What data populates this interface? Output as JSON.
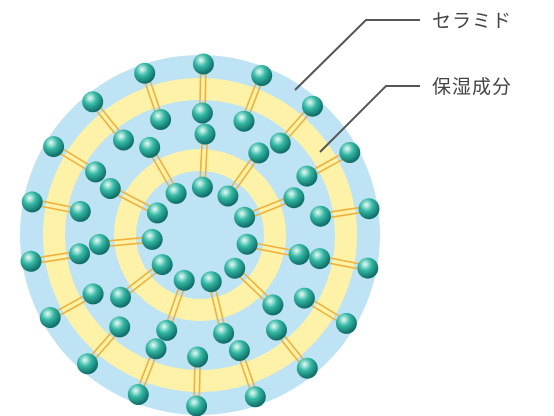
{
  "labels": {
    "ceramide": "セラミド",
    "moisturizing": "保湿成分"
  },
  "colors": {
    "background": "#ffffff",
    "water": "#bde3f5",
    "lipid_band": "#fdf2a8",
    "tail": "#f0b03c",
    "head_light": "#e9fbf7",
    "head_mid": "#34b8a4",
    "head_dark": "#0e6b66",
    "leader_line": "#555555"
  },
  "structure": {
    "outer_bilayer_heads": 18,
    "inner_bilayer_heads": 11
  }
}
